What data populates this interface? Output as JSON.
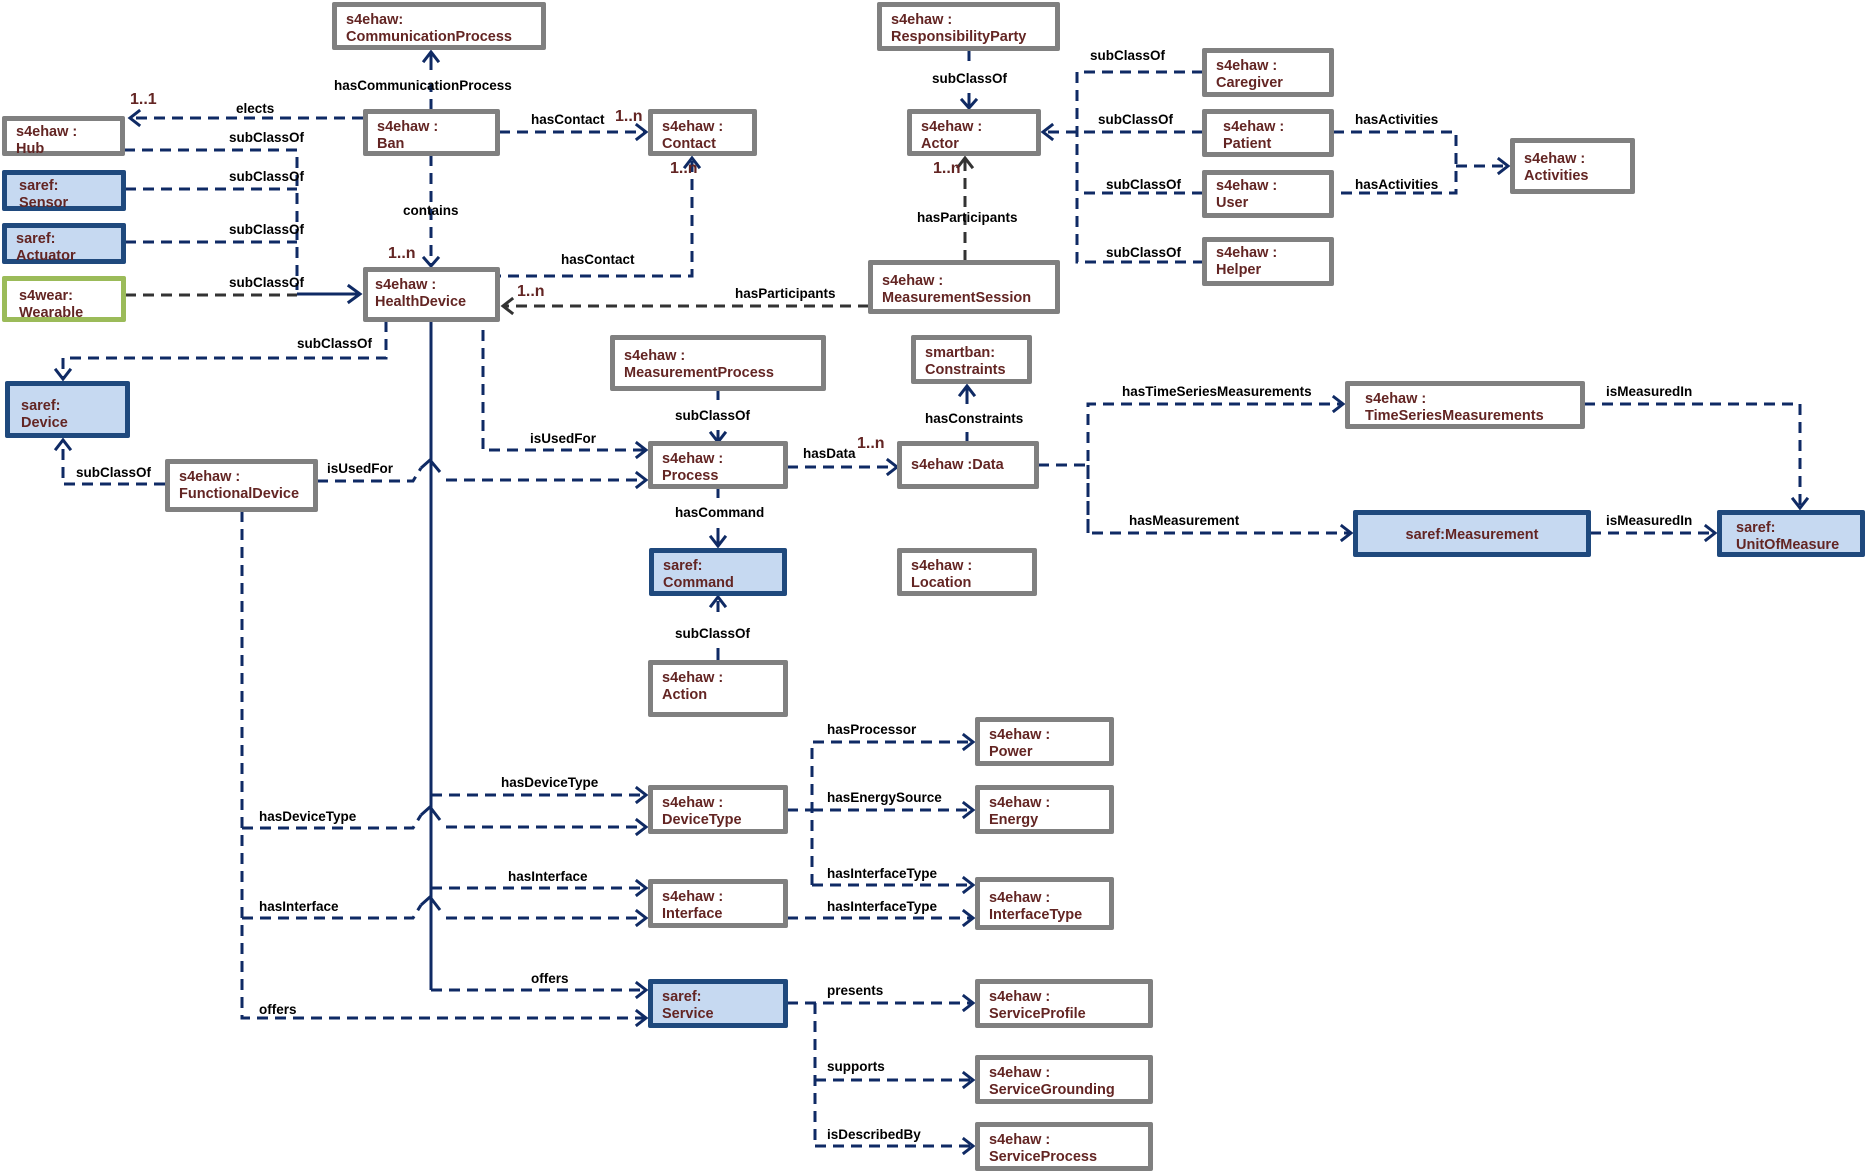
{
  "diagram": {
    "description": "s4ehaw ontology class diagram",
    "colors": {
      "edge": "#0f2a64",
      "text_class": "#632523",
      "box_border_default": "#808080",
      "box_border_saref": "#1f497d",
      "box_fill_saref": "#c6d9f1",
      "box_border_wear": "#9bbb59"
    },
    "classes": {
      "communication_process": {
        "prefix": "s4ehaw:",
        "name": "CommunicationProcess",
        "style": "default"
      },
      "hub": {
        "prefix": "s4ehaw :",
        "name": "Hub",
        "style": "default"
      },
      "sensor": {
        "prefix": "saref:",
        "name": "Sensor",
        "style": "saref"
      },
      "actuator": {
        "prefix": "saref:",
        "name": "Actuator",
        "style": "saref"
      },
      "wearable": {
        "prefix": "s4wear:",
        "name": "Wearable",
        "style": "wear"
      },
      "ban": {
        "prefix": "s4ehaw :",
        "name": "Ban",
        "style": "default"
      },
      "contact": {
        "prefix": "s4ehaw :",
        "name": "Contact",
        "style": "default"
      },
      "health_device": {
        "prefix": "s4ehaw :",
        "name": "HealthDevice",
        "style": "default"
      },
      "device": {
        "prefix": "saref:",
        "name": "Device",
        "style": "saref"
      },
      "functional_device": {
        "prefix": "s4ehaw :",
        "name": "FunctionalDevice",
        "style": "default"
      },
      "responsibility_party": {
        "prefix": "s4ehaw :",
        "name": "ResponsibilityParty",
        "style": "default"
      },
      "actor": {
        "prefix": "s4ehaw :",
        "name": "Actor",
        "style": "default"
      },
      "measurement_session": {
        "prefix": "s4ehaw :",
        "name": "MeasurementSession",
        "style": "default"
      },
      "caregiver": {
        "prefix": "s4ehaw :",
        "name": "Caregiver",
        "style": "default"
      },
      "patient": {
        "prefix": "s4ehaw :",
        "name": "Patient",
        "style": "default"
      },
      "user": {
        "prefix": "s4ehaw :",
        "name": "User",
        "style": "default"
      },
      "helper": {
        "prefix": "s4ehaw :",
        "name": "Helper",
        "style": "default"
      },
      "activities": {
        "prefix": "s4ehaw :",
        "name": "Activities",
        "style": "default"
      },
      "measurement_process": {
        "prefix": "s4ehaw :",
        "name": "MeasurementProcess",
        "style": "default"
      },
      "constraints": {
        "prefix": "smartban:",
        "name": "Constraints",
        "style": "default"
      },
      "process": {
        "prefix": "s4ehaw :",
        "name": "Process",
        "style": "default"
      },
      "data": {
        "prefix": "",
        "name": "s4ehaw :Data",
        "style": "default"
      },
      "command": {
        "prefix": "saref:",
        "name": "Command",
        "style": "saref"
      },
      "location": {
        "prefix": "s4ehaw :",
        "name": "Location",
        "style": "default"
      },
      "action": {
        "prefix": "s4ehaw :",
        "name": "Action",
        "style": "default"
      },
      "time_series_measurements": {
        "prefix": "s4ehaw :",
        "name": "TimeSeriesMeasurements",
        "style": "default"
      },
      "measurement": {
        "prefix": "",
        "name": "saref:Measurement",
        "style": "saref"
      },
      "unit_of_measure": {
        "prefix": "saref:",
        "name": "UnitOfMeasure",
        "style": "saref"
      },
      "power": {
        "prefix": "s4ehaw :",
        "name": "Power",
        "style": "default"
      },
      "energy": {
        "prefix": "s4ehaw :",
        "name": "Energy",
        "style": "default"
      },
      "device_type": {
        "prefix": "s4ehaw :",
        "name": "DeviceType",
        "style": "default"
      },
      "interface": {
        "prefix": "s4ehaw :",
        "name": "Interface",
        "style": "default"
      },
      "interface_type": {
        "prefix": "s4ehaw :",
        "name": "InterfaceType",
        "style": "default"
      },
      "service": {
        "prefix": "saref:",
        "name": "Service",
        "style": "saref"
      },
      "service_profile": {
        "prefix": "s4ehaw :",
        "name": "ServiceProfile",
        "style": "default"
      },
      "service_grounding": {
        "prefix": "s4ehaw :",
        "name": "ServiceGrounding",
        "style": "default"
      },
      "service_process": {
        "prefix": "s4ehaw :",
        "name": "ServiceProcess",
        "style": "default"
      }
    },
    "edge_labels": {
      "has_communication_process": "hasCommunicationProcess",
      "elects": "elects",
      "hub_subclassof": "subClassOf",
      "sensor_subclassof": "subClassOf",
      "actuator_subclassof": "subClassOf",
      "wearable_subclassof": "subClassOf",
      "ban_has_contact": "hasContact",
      "contains": "contains",
      "hd_has_contact": "hasContact",
      "has_participants_hd": "hasParticipants",
      "hd_subclassof_device": "subClassOf",
      "fd_subclassof_device": "subClassOf",
      "fd_is_used_for": "isUsedFor",
      "hd_is_used_for": "isUsedFor",
      "rp_subclassof": "subClassOf",
      "has_participants_actor": "hasParticipants",
      "caregiver_subclassof": "subClassOf",
      "patient_subclassof": "subClassOf",
      "user_subclassof": "subClassOf",
      "helper_subclassof": "subClassOf",
      "patient_has_activities": "hasActivities",
      "user_has_activities": "hasActivities",
      "mp_subclassof": "subClassOf",
      "has_data": "hasData",
      "has_constraints": "hasConstraints",
      "has_command": "hasCommand",
      "action_subclassof": "subClassOf",
      "has_time_series": "hasTimeSeriesMeasurements",
      "has_measurement": "hasMeasurement",
      "tsm_is_measured_in": "isMeasuredIn",
      "m_is_measured_in": "isMeasuredIn",
      "hd_has_device_type": "hasDeviceType",
      "fd_has_device_type": "hasDeviceType",
      "hd_has_interface": "hasInterface",
      "fd_has_interface": "hasInterface",
      "hd_offers": "offers",
      "fd_offers": "offers",
      "has_processor": "hasProcessor",
      "has_energy_source": "hasEnergySource",
      "dt_has_interface_type": "hasInterfaceType",
      "if_has_interface_type": "hasInterfaceType",
      "presents": "presents",
      "supports": "supports",
      "is_described_by": "isDescribedBy"
    },
    "multiplicities": {
      "elects_hub": "1..1",
      "ban_contact": "1..n",
      "hd_contact": "1..n",
      "contains_hd": "1..n",
      "participants_hd": "1..n",
      "participants_actor": "1..n",
      "has_data": "1..n"
    }
  }
}
